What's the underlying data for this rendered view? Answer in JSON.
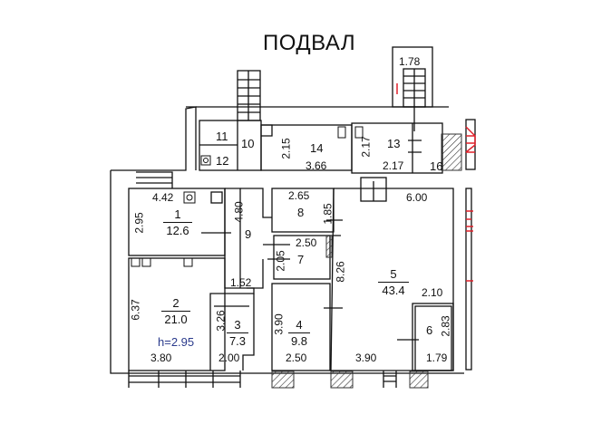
{
  "title": "ПОДВАЛ",
  "ceiling_height": "h=2.95",
  "accent_colors": {
    "lines": "#111111",
    "red_marks": "#e0202a",
    "height_label": "#2a3a8c"
  },
  "rooms": [
    {
      "id": "1",
      "area": "12.6",
      "dims": [
        "4.42",
        "2.95"
      ]
    },
    {
      "id": "2",
      "area": "21.0",
      "dims": [
        "6.37",
        "3.80"
      ]
    },
    {
      "id": "3",
      "area": "7.3",
      "dims": [
        "3.26",
        "2.00"
      ]
    },
    {
      "id": "4",
      "area": "9.8",
      "dims": [
        "3.90",
        "2.50"
      ]
    },
    {
      "id": "5",
      "area": "43.4",
      "dims": [
        "6.00",
        "8.26",
        "2.10",
        "3.90"
      ]
    },
    {
      "id": "6",
      "dims": [
        "2.83",
        "1.79"
      ]
    },
    {
      "id": "7",
      "dims": [
        "2.50",
        "2.05"
      ]
    },
    {
      "id": "8",
      "dims": [
        "2.65",
        "1.85"
      ]
    },
    {
      "id": "9",
      "dims": [
        "4.80",
        "1.52"
      ]
    },
    {
      "id": "10"
    },
    {
      "id": "11"
    },
    {
      "id": "12"
    },
    {
      "id": "13",
      "dims": [
        "2.17",
        "2.17"
      ]
    },
    {
      "id": "14",
      "dims": [
        "2.15",
        "3.66"
      ]
    },
    {
      "id": "16"
    }
  ],
  "stair_dims": [
    "1.78"
  ]
}
